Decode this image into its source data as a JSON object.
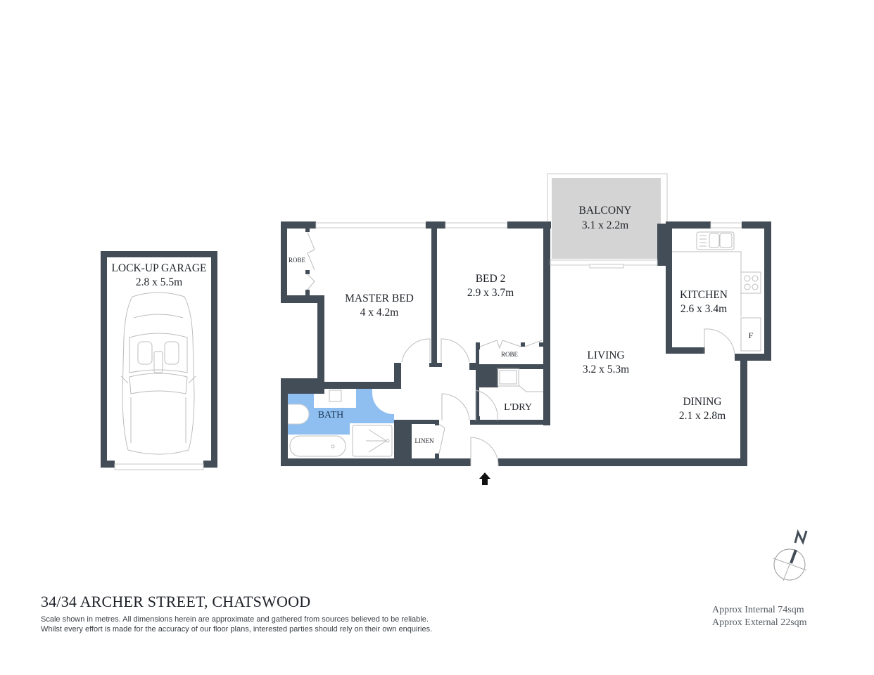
{
  "property": {
    "address": "34/34 ARCHER STREET, CHATSWOOD",
    "disclaimer_line1": "Scale shown in metres. All dimensions herein are approximate and gathered from sources believed to be  reliable.",
    "disclaimer_line2": "Whilst every effort is made for the accuracy of our floor plans, interested parties should rely on their own enquiries."
  },
  "areas": {
    "internal": "Approx Internal 74sqm",
    "external": "Approx External 22sqm"
  },
  "compass": {
    "label": "N"
  },
  "rooms": {
    "garage": {
      "name": "LOCK-UP GARAGE",
      "size": "2.8 x 5.5m"
    },
    "master_bed": {
      "name": "MASTER BED",
      "size": "4 x 4.2m"
    },
    "master_robe": {
      "name": "ROBE"
    },
    "bed2": {
      "name": "BED 2",
      "size": "2.9 x 3.7m"
    },
    "bed2_robe": {
      "name": "ROBE"
    },
    "balcony": {
      "name": "BALCONY",
      "size": "3.1 x 2.2m"
    },
    "kitchen": {
      "name": "KITCHEN",
      "size": "2.6 x 3.4m"
    },
    "fridge": {
      "name": "F"
    },
    "living": {
      "name": "LIVING",
      "size": "3.2 x 5.3m"
    },
    "dining": {
      "name": "DINING",
      "size": "2.1 x 2.8m"
    },
    "bath": {
      "name": "BATH"
    },
    "laundry": {
      "name": "L'DRY"
    },
    "linen": {
      "name": "LINEN"
    }
  },
  "colors": {
    "wall": "#434d57",
    "bath_fill": "#8fbff0",
    "balcony_fill": "#d4d4d4",
    "fixture_line": "#c9c9c9"
  },
  "entry": {
    "icon": "entry-arrow-icon"
  }
}
